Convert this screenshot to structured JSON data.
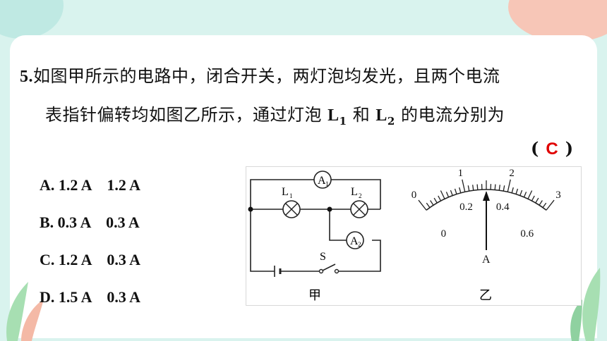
{
  "question": {
    "line1_num": "5.",
    "line1_text": "如图甲所示的电路中，闭合开关，两灯泡均发光，且两个电流",
    "line2_pre": "表指针偏转均如图乙所示，通过灯泡 ",
    "l1": "L",
    "l1_sub": "1",
    "and": " 和 ",
    "l2": "L",
    "l2_sub": "2",
    "line2_post": " 的电流分别为",
    "paren_open": "(",
    "answer": "C",
    "paren_close": ")"
  },
  "options": [
    {
      "label": "A. 1.2 A    1.2 A"
    },
    {
      "label": "B. 0.3 A    0.3 A"
    },
    {
      "label": "C. 1.2 A    0.3 A"
    },
    {
      "label": "D. 1.5 A    0.3 A"
    }
  ],
  "circuit": {
    "a1": "A",
    "a1_sub": "1",
    "a2": "A",
    "a2_sub": "2",
    "l1": "L",
    "l1_sub": "1",
    "l2": "L",
    "l2_sub": "2",
    "switch": "S",
    "caption": "甲"
  },
  "ammeter": {
    "upper_ticks": [
      "0",
      "1",
      "2",
      "3"
    ],
    "lower_ticks": [
      "0",
      "0.2",
      "0.4",
      "0.6"
    ],
    "unit": "A",
    "caption": "乙",
    "pointer_reading_upper": 1.5,
    "pointer_reading_lower": 0.3
  },
  "colors": {
    "answer": "#e00000",
    "frame": "#d9f3ee",
    "accent_shape": "#f7c6b7"
  }
}
